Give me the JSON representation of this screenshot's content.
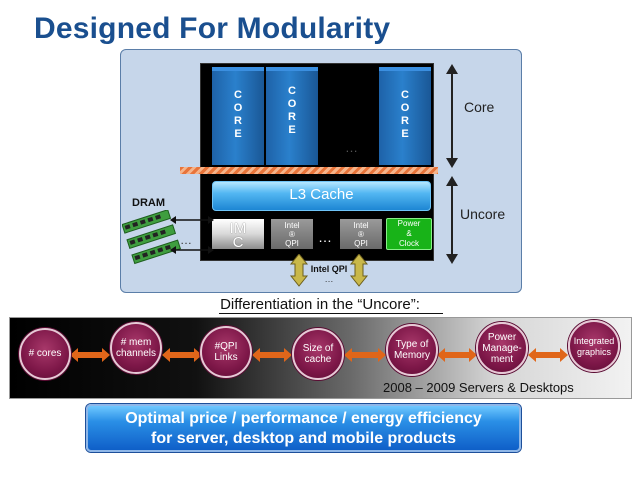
{
  "slide": {
    "title": "Designed For Modularity"
  },
  "diagram": {
    "cores": [
      {
        "letters": "C\nO\nR\nE"
      },
      {
        "letters": "C\nO\nR\nE"
      },
      {
        "letters": "C\nO\nR\nE"
      }
    ],
    "core_ellipsis": "…",
    "core_label": "Core",
    "uncore_label": "Uncore",
    "l3_label": "L3 Cache",
    "imc_label": "IM\nC",
    "qpi_blocks": [
      {
        "label": "Intel\n®\nQPI"
      },
      {
        "label": "Intel\n®\nQPI"
      }
    ],
    "qpi_ellipsis": "…",
    "power_clock_label": "Power\n&\nClock",
    "dram_label": "DRAM",
    "dram_ellipsis": "…",
    "qpi_bus_label": "Intel QPI",
    "qpi_bus_ellipsis": "…",
    "colors": {
      "core_blue": "#2a80cc",
      "l3_blue": "#53b7f2",
      "power_green": "#18b318",
      "divider_orange": "#e8743a",
      "arrow_orange": "#e0661a",
      "circle_maroon": "#7d1748",
      "dram_green": "#3f9e3f"
    },
    "icons": [
      "double-arrow-vertical-icon",
      "double-arrow-horizontal-icon",
      "dram-module-icon",
      "bidirectional-bus-arrow-icon"
    ]
  },
  "differentiation": {
    "title": "Differentiation in the “Uncore”:",
    "items": [
      {
        "label": "# cores"
      },
      {
        "label": "# mem\nchannels"
      },
      {
        "label": "#QPI\nLinks"
      },
      {
        "label": "Size of\ncache"
      },
      {
        "label": "Type of\nMemory"
      },
      {
        "label": "Power\nManage-\nment"
      },
      {
        "label": "Integrated\ngraphics"
      }
    ],
    "subtitle": "2008 – 2009 Servers & Desktops"
  },
  "banner": {
    "line1": "Optimal price / performance / energy efficiency",
    "line2": "for server, desktop and mobile products"
  }
}
